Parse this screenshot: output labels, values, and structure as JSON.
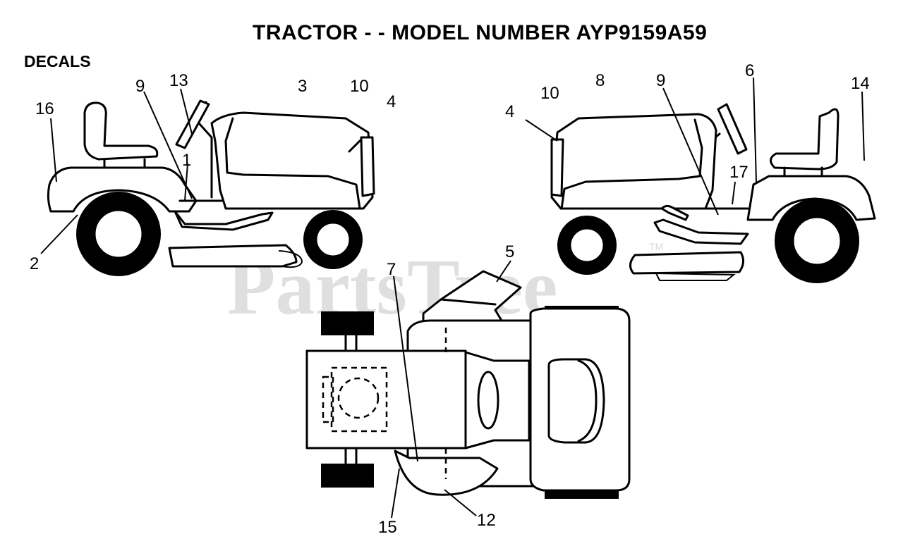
{
  "header": {
    "title": "TRACTOR - - MODEL NUMBER AYP9159A59",
    "section": "DECALS"
  },
  "watermark": {
    "text": "PartsTree",
    "trademark": "TM"
  },
  "callouts": {
    "left_view": [
      "16",
      "9",
      "13",
      "1",
      "3",
      "10",
      "4",
      "2"
    ],
    "right_view": [
      "4",
      "10",
      "8",
      "9",
      "6",
      "14",
      "17"
    ],
    "top_view": [
      "5",
      "7",
      "15",
      "12"
    ]
  }
}
